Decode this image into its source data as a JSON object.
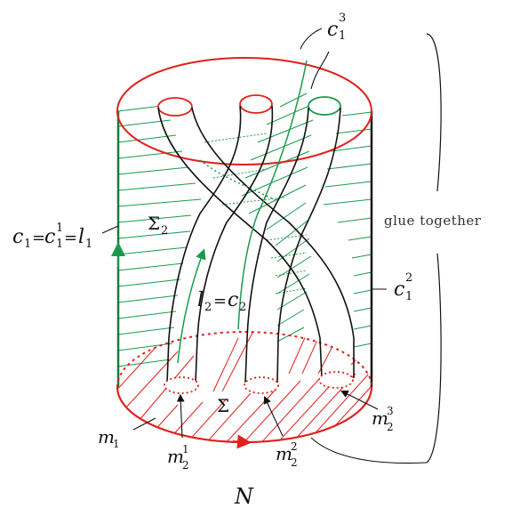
{
  "labels": {
    "c13": "c",
    "c13_sub": "1",
    "c13_sup": "3",
    "c1_eq": "c",
    "c1_eq_sub": "1",
    "c1_eq_mid": "=",
    "c1_eq_c": "c",
    "c1_eq_c_sub": "1",
    "c1_eq_c_sup": "1",
    "c1_eq_eq2": "=",
    "c1_eq_l": "l",
    "c1_eq_l_sub": "1",
    "sigma2": "Σ",
    "sigma2_sub": "2",
    "l2": "l",
    "l2_sub": "2",
    "l2_eq": "=",
    "l2_c": "c",
    "l2_c_sub": "2",
    "c12": "c",
    "c12_sub": "1",
    "c12_sup": "2",
    "sigma": "Σ",
    "m1": "m",
    "m1_sub": "1",
    "m21": "m",
    "m21_sub": "2",
    "m21_sup": "1",
    "m22": "m",
    "m22_sub": "2",
    "m22_sup": "2",
    "m23": "m",
    "m23_sub": "2",
    "m23_sup": "3",
    "glue": "glue together",
    "N": "N"
  },
  "colors": {
    "red": "#e0201c",
    "green": "#1a9a4c",
    "black": "#111111"
  }
}
